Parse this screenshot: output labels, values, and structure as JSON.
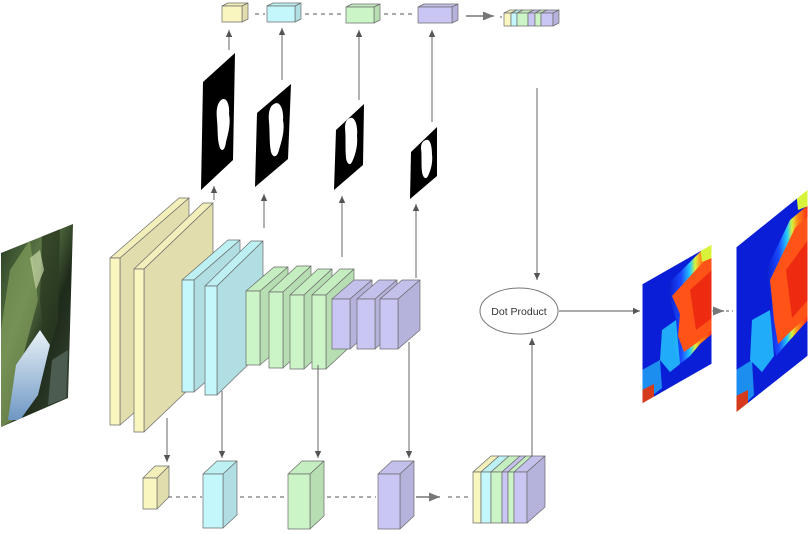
{
  "diagram": {
    "dot_product_label": "Dot Product"
  },
  "colors": {
    "stage1": "#faf6c0",
    "stage2": "#c3f7fb",
    "stage3": "#cbf5c6",
    "stage4": "#c9c6f3",
    "edge": "#6b6b6b",
    "arrow": "#555555",
    "mask_bg": "#000000",
    "mask_fg": "#ffffff"
  },
  "icons": {
    "input_image": "forest-photo",
    "masks": "binary-mask",
    "outputs": "jet-heatmap"
  }
}
